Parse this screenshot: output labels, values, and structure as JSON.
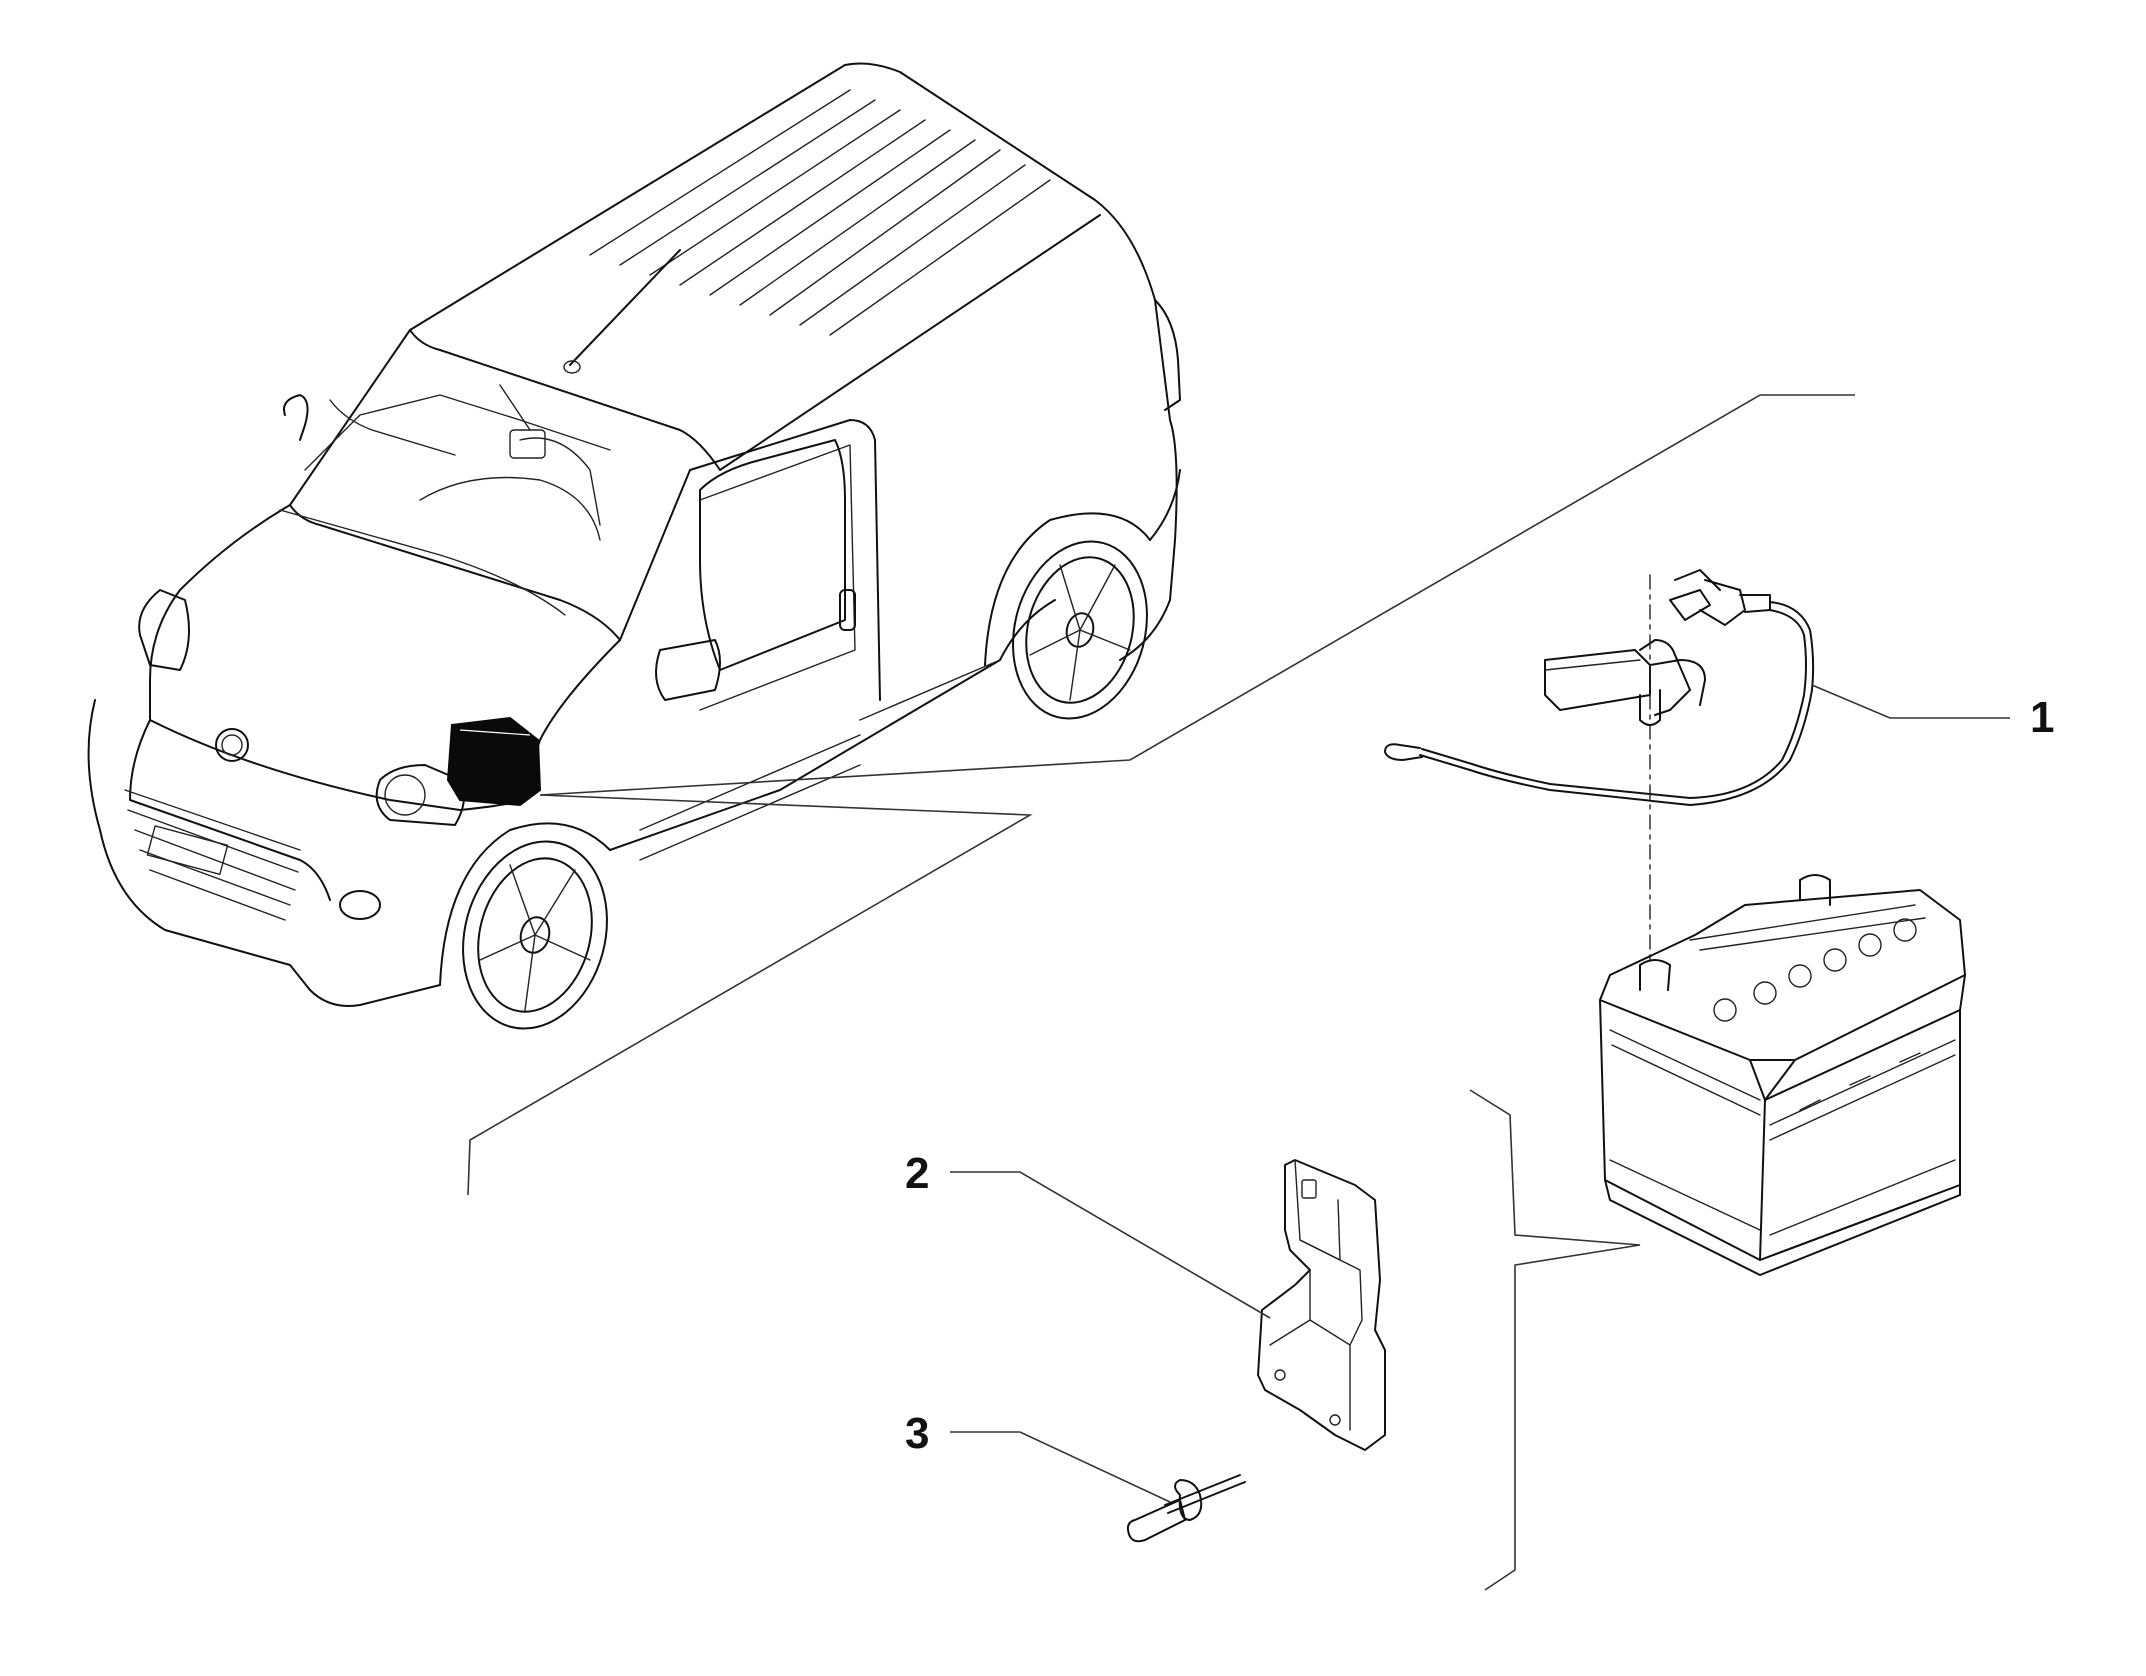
{
  "diagram": {
    "colors": {
      "ink": "#111111",
      "fill": "#ffffff",
      "module": "#0a0a0a"
    },
    "callouts": [
      {
        "id": "1",
        "label": "1",
        "part": "battery-sensor-cable"
      },
      {
        "id": "2",
        "label": "2",
        "part": "mounting-bracket"
      },
      {
        "id": "3",
        "label": "3",
        "part": "rivet"
      }
    ],
    "icons": [
      "van-illustration",
      "control-module",
      "battery-sensor",
      "battery",
      "bracket",
      "rivet"
    ]
  }
}
